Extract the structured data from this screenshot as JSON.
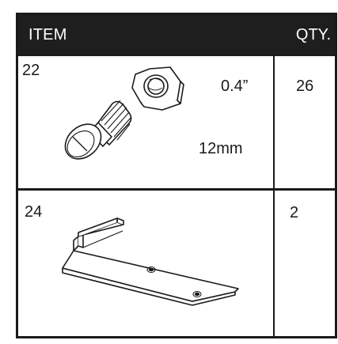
{
  "header": {
    "item_label": "ITEM",
    "qty_label": "QTY."
  },
  "rows": [
    {
      "item_number": "22",
      "quantity": "26",
      "dimension_inches": "0.4”",
      "dimension_mm": "12mm",
      "drawing_icon": "carriage-bolt-and-hex-nut-icon"
    },
    {
      "item_number": "24",
      "quantity": "2",
      "drawing_icon": "hooked-mounting-bracket-icon"
    }
  ]
}
